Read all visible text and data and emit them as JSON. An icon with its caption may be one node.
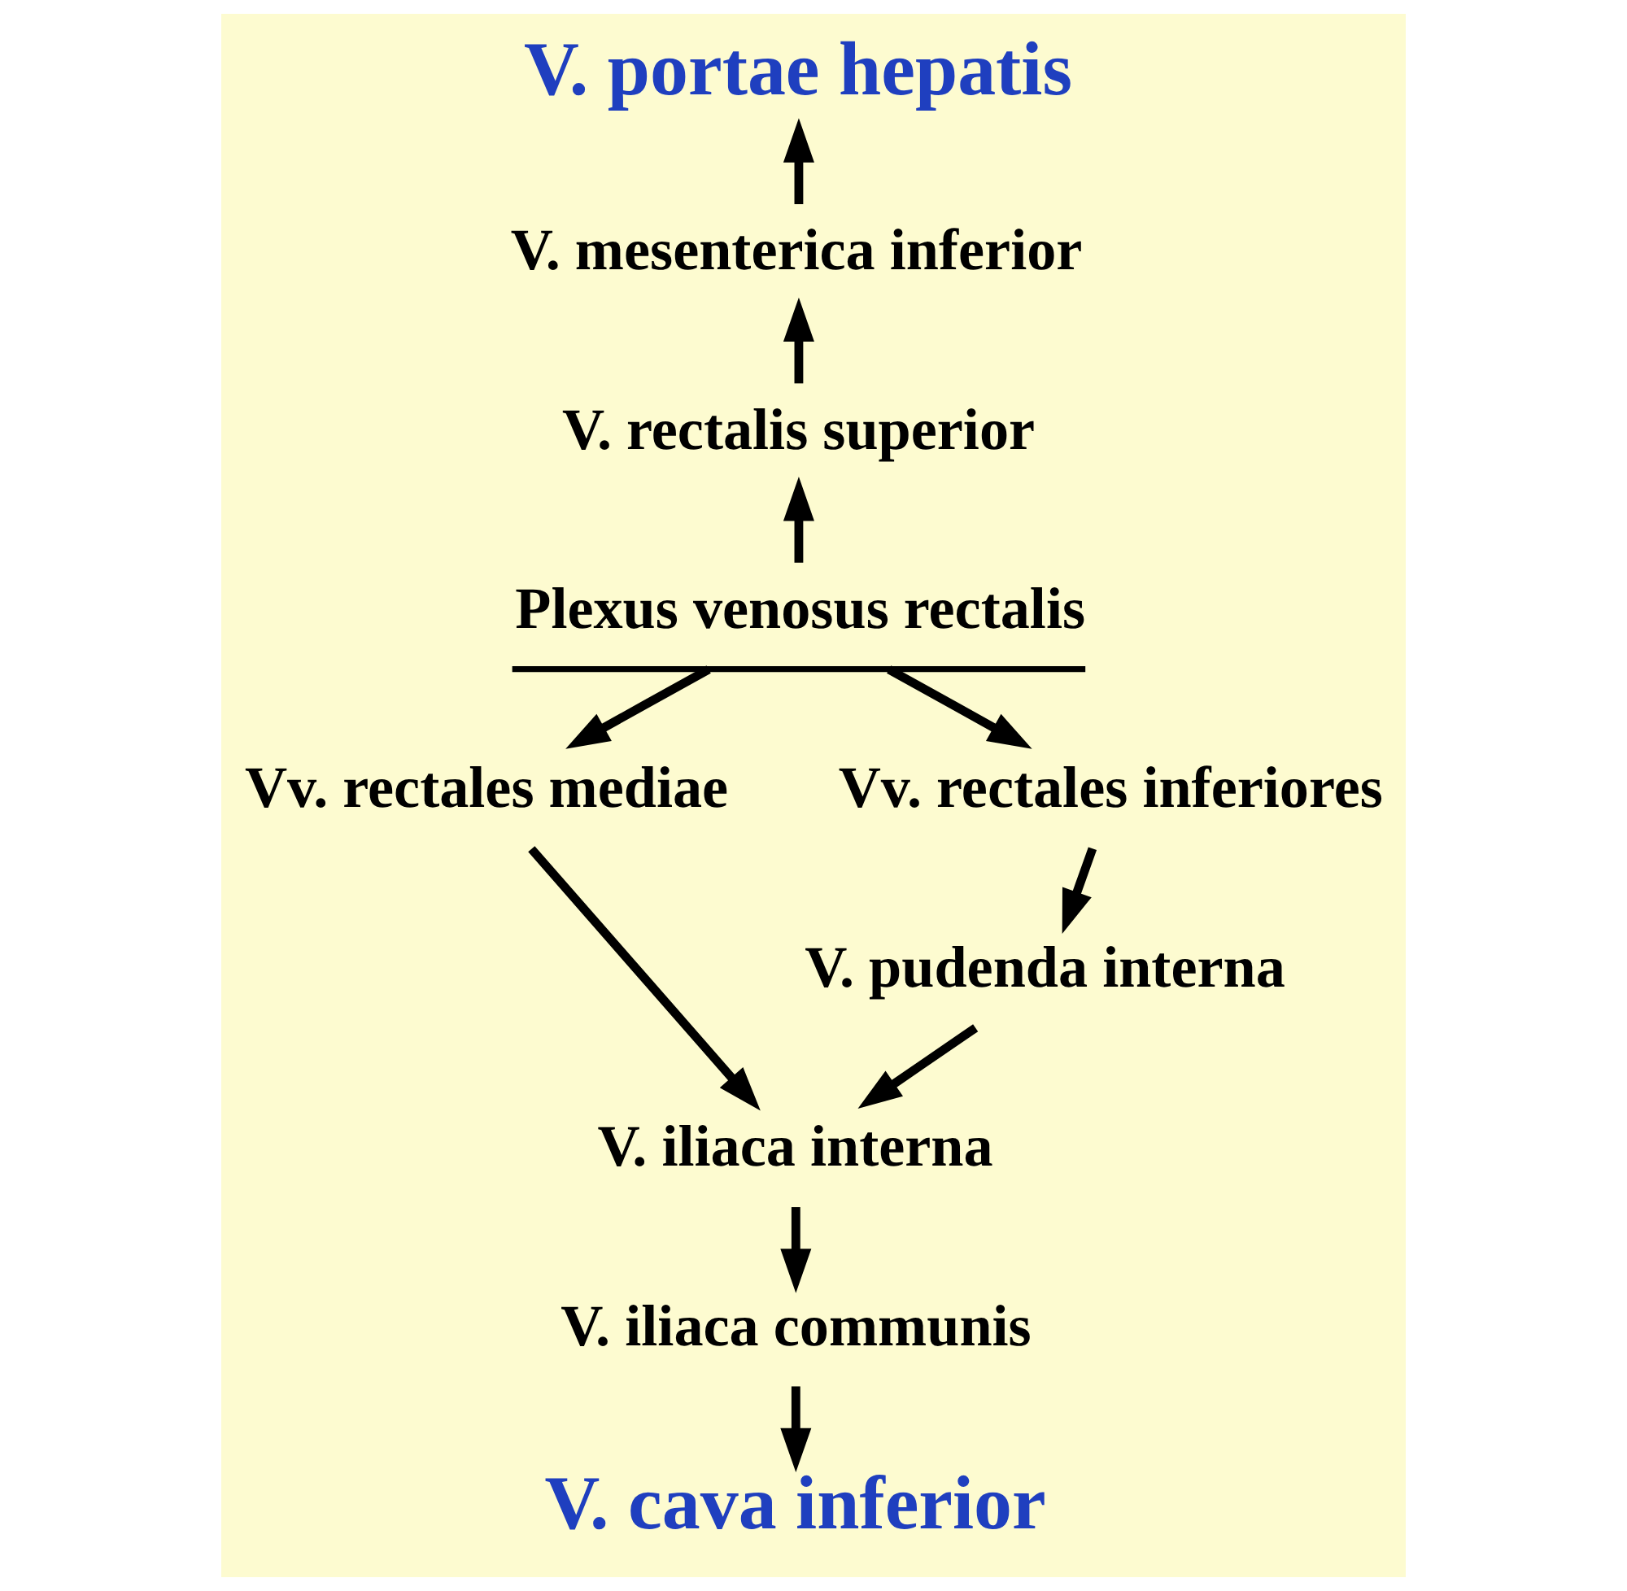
{
  "diagram": {
    "nodes": [
      {
        "text": [
          "V. portae hepatis"
        ]
      },
      {
        "text": [
          "V. mesenterica inferior"
        ]
      },
      {
        "text": [
          "V. rectalis superior"
        ]
      },
      {
        "text": [
          "Plexus venosus rectalis"
        ]
      },
      {
        "text": [
          "Vv. rectales mediae"
        ]
      },
      {
        "text": [
          "Vv. rectales inferiores"
        ]
      },
      {
        "text": [
          "V. pudenda interna"
        ]
      },
      {
        "text": [
          "V. iliaca interna"
        ]
      },
      {
        "text": [
          "V. iliaca communis"
        ]
      },
      {
        "text": [
          "V. cava inferior"
        ]
      }
    ],
    "edges": [
      {
        "from": 1,
        "to": 0,
        "arrow": "to"
      },
      {
        "from": 2,
        "to": 1,
        "arrow": "to"
      },
      {
        "from": 3,
        "to": 2,
        "arrow": "to"
      },
      {
        "from": 3,
        "to": 4,
        "arrow": "to"
      },
      {
        "from": 3,
        "to": 5,
        "arrow": "to"
      },
      {
        "from": 5,
        "to": 6,
        "arrow": "to"
      },
      {
        "from": 4,
        "to": 7,
        "arrow": "to"
      },
      {
        "from": 6,
        "to": 7,
        "arrow": "to"
      },
      {
        "from": 7,
        "to": 8,
        "arrow": "to"
      },
      {
        "from": 8,
        "to": 9,
        "arrow": "to"
      }
    ]
  }
}
